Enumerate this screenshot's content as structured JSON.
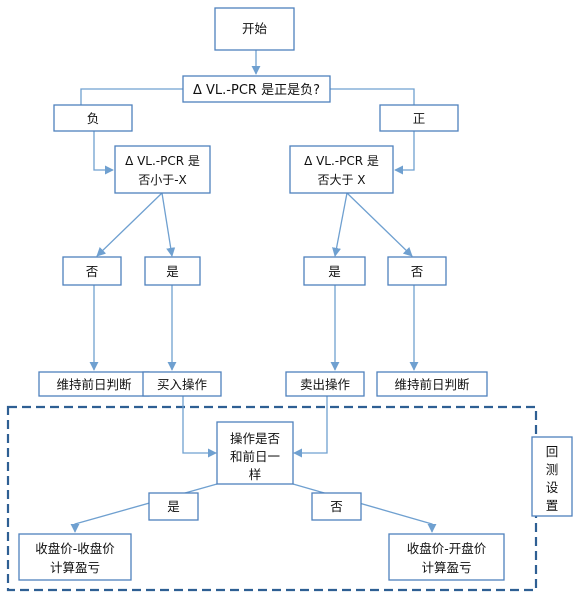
{
  "nodes": {
    "start": "开始",
    "sign_question": "Δ VL.-PCR 是正是负?",
    "negative": "负",
    "positive": "正",
    "less_than_x_line1": "Δ VL.-PCR 是",
    "less_than_x_line2": "否小于-X",
    "greater_than_x_line1": "Δ VL.-PCR 是",
    "greater_than_x_line2": "否大于 X",
    "left_no": "否",
    "left_yes": "是",
    "right_yes": "是",
    "right_no": "否",
    "keep_prev_left": "维持前日判断",
    "buy": "买入操作",
    "sell": "卖出操作",
    "keep_prev_right": "维持前日判断",
    "same_as_prev_line1": "操作是否",
    "same_as_prev_line2": "和前日一",
    "same_as_prev_line3": "样",
    "same_yes": "是",
    "same_no": "否",
    "pnl_close_close_line1": "收盘价-收盘价",
    "pnl_close_close_line2": "计算盈亏",
    "pnl_close_open_line1": "收盘价-开盘价",
    "pnl_close_open_line2": "计算盈亏"
  },
  "backtest_label": [
    "回",
    "测",
    "设",
    "置"
  ],
  "colors": {
    "box_border": "#4f81bd",
    "arrow": "#6fa0d0",
    "dashed_border": "#2e5f93"
  }
}
